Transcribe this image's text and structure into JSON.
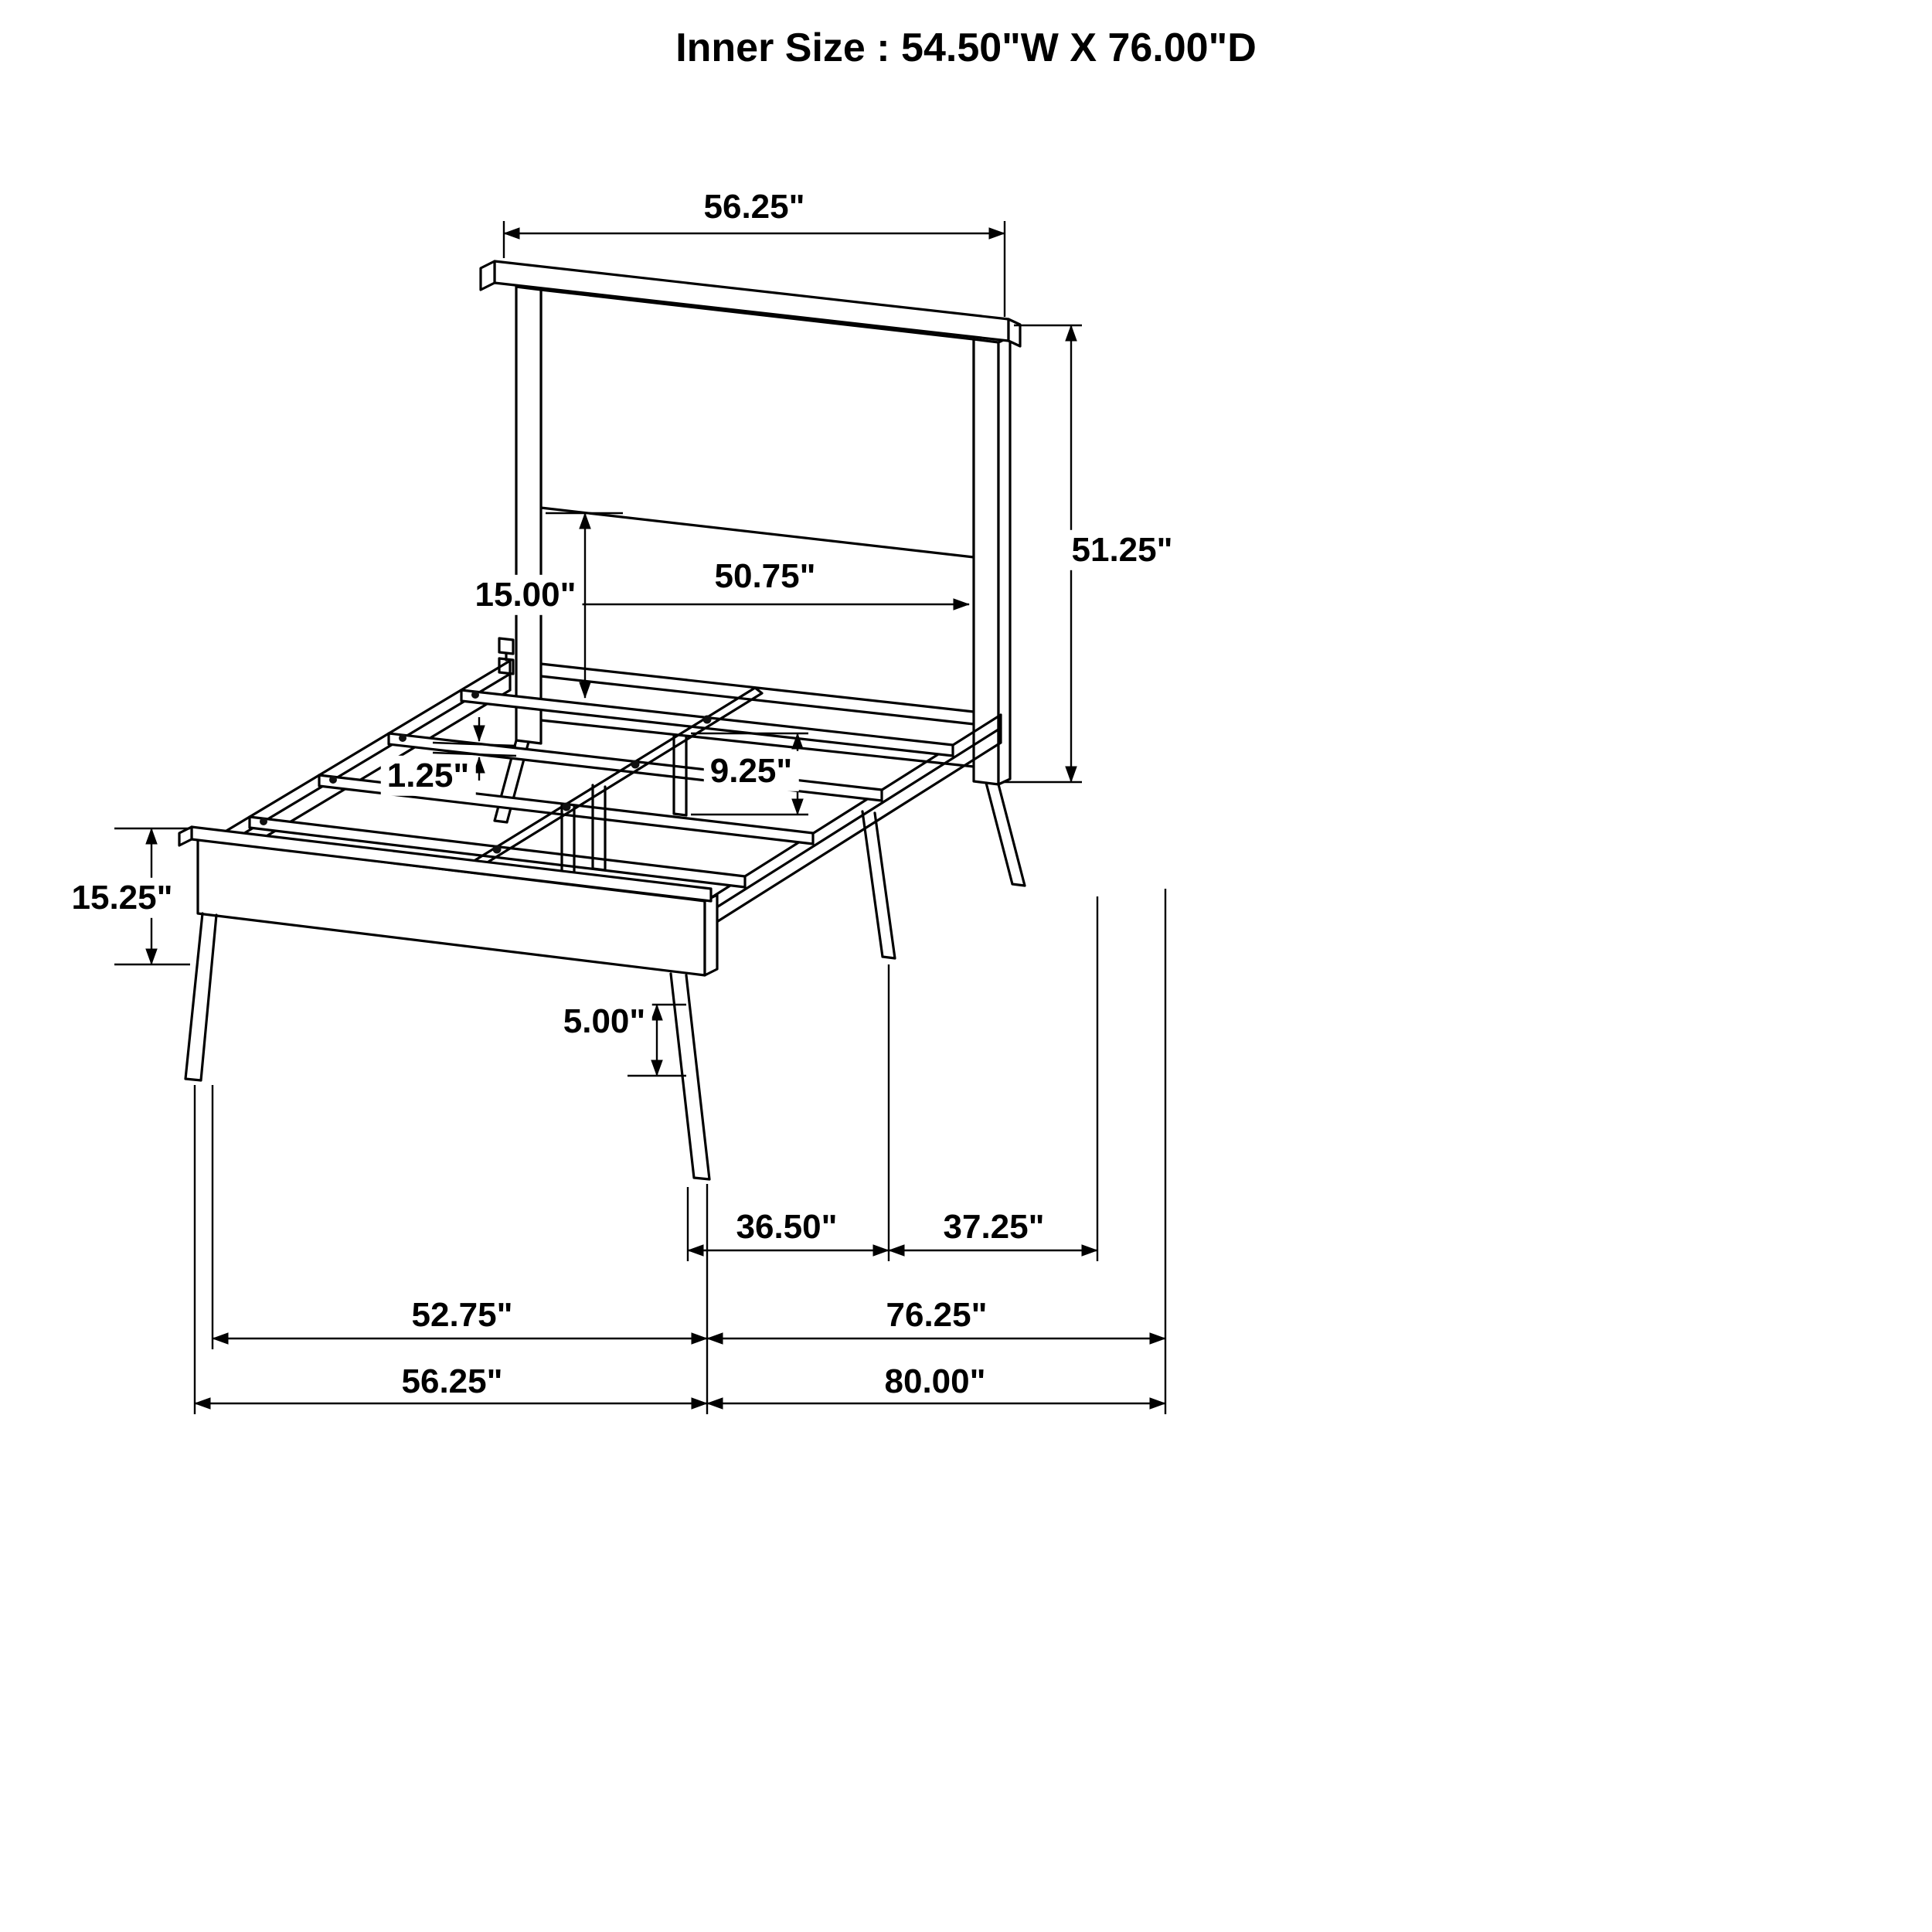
{
  "title": "Inner Size : 54.50\"W X 76.00\"D",
  "drawing": {
    "subject": "bed-frame-dimension-diagram",
    "view": "isometric line drawing of panel bed with headboard, footboard, slats and legs",
    "line_color": "#000000",
    "background": "#ffffff"
  },
  "labels": {
    "headboard_width": "56.25\"",
    "headboard_height": "51.25\"",
    "headboard_inner_width": "50.75\"",
    "headboard_panel_clearance": "15.00\"",
    "slat_thickness": "1.25\"",
    "center_leg_height": "9.25\"",
    "footboard_height": "15.25\"",
    "foot_leg_height": "5.00\"",
    "leg_span_front": "36.50\"",
    "leg_span_rear": "37.25\"",
    "footboard_inner_width": "52.75\"",
    "rail_length": "76.25\"",
    "overall_width": "56.25\"",
    "overall_depth": "80.00\""
  }
}
